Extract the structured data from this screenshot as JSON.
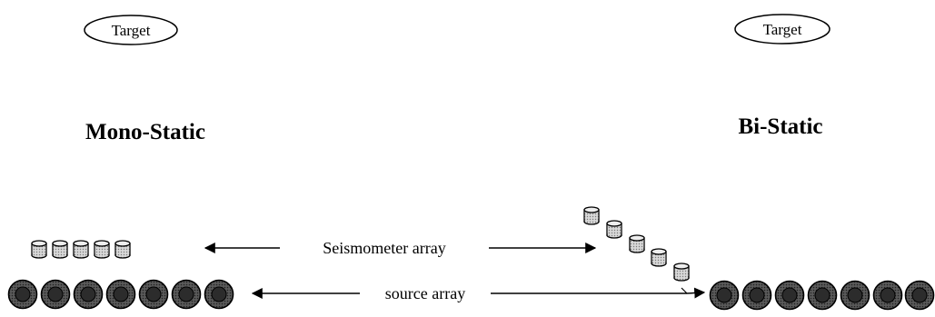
{
  "targets": {
    "left_label": "Target",
    "right_label": "Target"
  },
  "configurations": {
    "mono_static": "Mono-Static",
    "bi_static": "Bi-Static"
  },
  "arrays": {
    "seismometer_label": "Seismometer array",
    "source_label": "source array"
  },
  "colors": {
    "ink": "#000000",
    "seismometer_fill": "#c8c8c8",
    "source_outer": "#3a3a3a",
    "source_inner": "#6a6a6a"
  }
}
